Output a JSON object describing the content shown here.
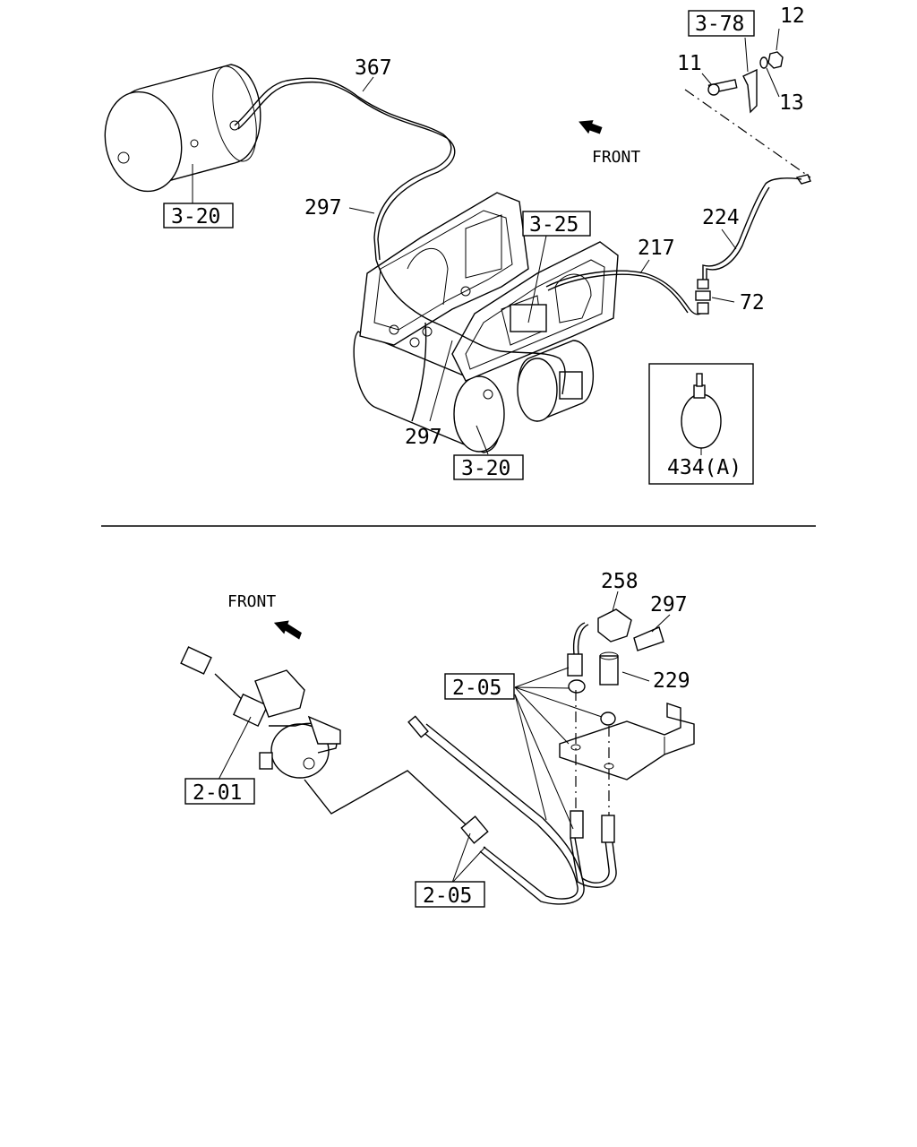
{
  "top_section": {
    "front_label": "FRONT",
    "callouts": {
      "c367": "367",
      "c297_a": "297",
      "c297_b": "297",
      "c217": "217",
      "c224": "224",
      "c72": "72",
      "c11": "11",
      "c12": "12",
      "c13": "13"
    },
    "boxed_refs": {
      "r320_left": "3-20",
      "r320_bottom": "3-20",
      "r325": "3-25",
      "r378": "3-78"
    },
    "inset_label": "434(A)"
  },
  "bottom_section": {
    "front_label": "FRONT",
    "callouts": {
      "c258": "258",
      "c297": "297",
      "c229": "229"
    },
    "boxed_refs": {
      "r205_upper": "2-05",
      "r201": "2-01",
      "r205_lower": "2-05"
    }
  }
}
